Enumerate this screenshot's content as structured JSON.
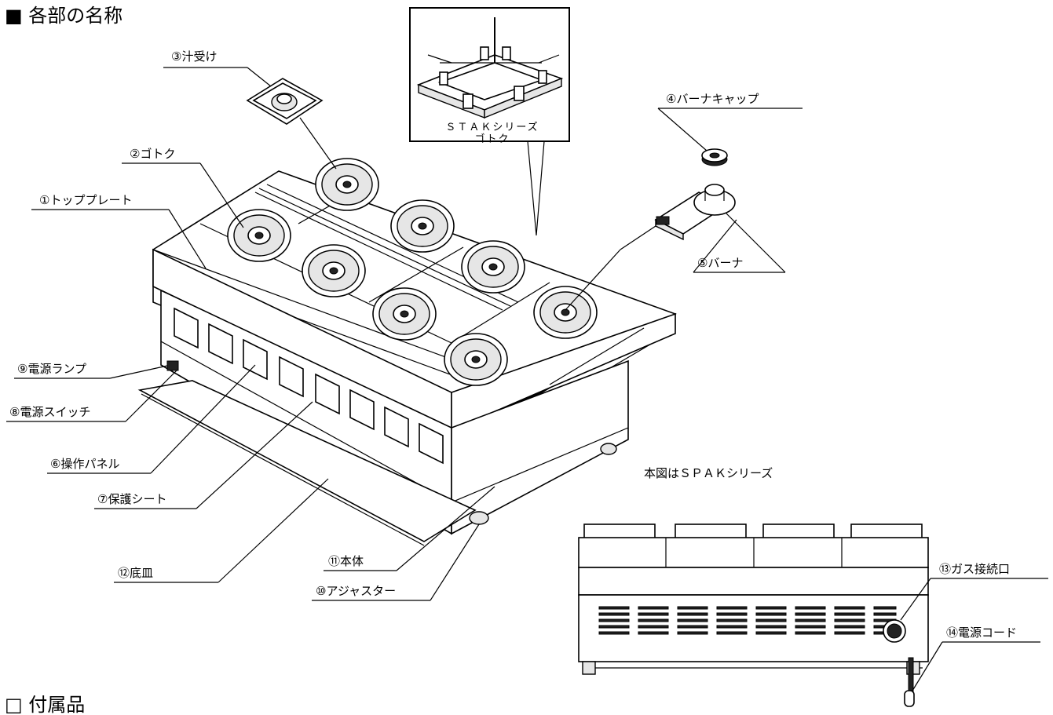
{
  "title": "■ 各部の名称",
  "footer_title": "□ 付属品",
  "inset_caption_line1": "ＳＴＡＫシリーズ",
  "inset_caption_line2": "ゴトク",
  "figure_note": "本図はＳＰＡＫシリーズ",
  "labels": {
    "p1": "①トッププレート",
    "p2": "②ゴトク",
    "p3": "③汁受け",
    "p4": "④バーナキャップ",
    "p5": "⑤バーナ",
    "p6": "⑥操作パネル",
    "p7": "⑦保護シート",
    "p8": "⑧電源スイッチ",
    "p9": "⑨電源ランプ",
    "p10": "⑩アジャスター",
    "p11": "⑪本体",
    "p12": "⑫底皿",
    "p13": "⑬ガス接続口",
    "p14": "⑭電源コード"
  }
}
